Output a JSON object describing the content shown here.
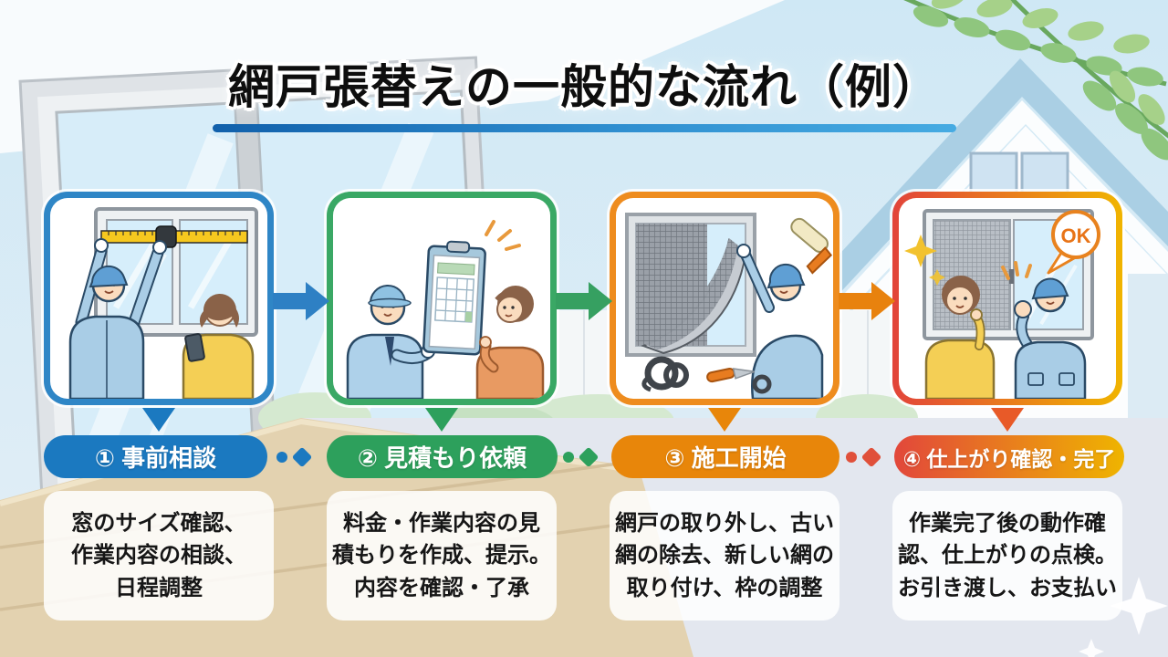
{
  "title": "網戸張替えの一般的な流れ（例）",
  "ok_badge": "OK",
  "accent_colors": {
    "step1_blue": "#1b79c0",
    "step2_green": "#2da05c",
    "step3_orange": "#e8860a",
    "step4_gradient_start": "#e2473b",
    "step4_gradient_end": "#efb400",
    "title_underline": "#2f8fd0"
  },
  "steps": [
    {
      "label": "① 事前相談",
      "desc_lines": [
        "窓のサイズ確認、",
        "作業内容の相談、",
        "日程調整"
      ],
      "illustration": "worker-measuring-window-customer-with-phone"
    },
    {
      "label": "② 見積もり依頼",
      "desc_lines": [
        "料金・作業内容の見",
        "積もりを作成、提示。",
        "内容を確認・了承"
      ],
      "illustration": "worker-showing-estimate-clipboard-to-customer"
    },
    {
      "label": "③ 施工開始",
      "desc_lines": [
        "網戸の取り外し、古い",
        "網の除去、新しい網の",
        "取り付け、枠の調整"
      ],
      "illustration": "worker-replacing-screen-mesh-with-tools"
    },
    {
      "label": "④ 仕上がり確認・完了",
      "desc_lines": [
        "作業完了後の動作確",
        "認、仕上がりの点検。",
        "お引き渡し、お支払い"
      ],
      "illustration": "customer-and-worker-ok-finished-window"
    }
  ]
}
